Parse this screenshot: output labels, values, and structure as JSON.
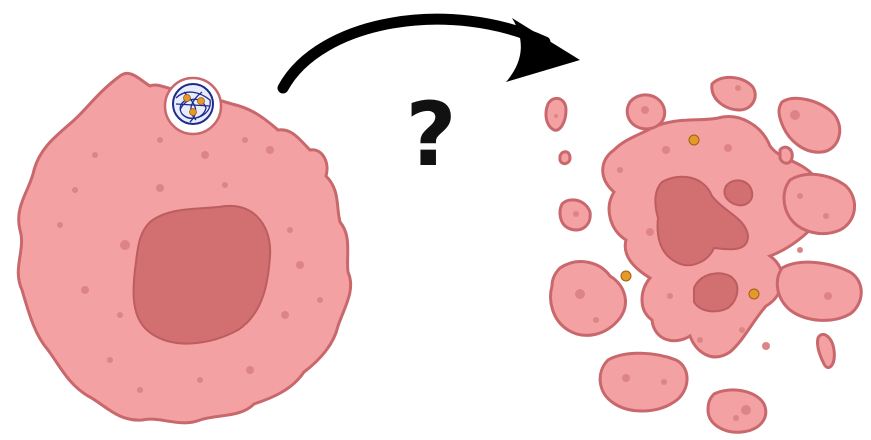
{
  "question_mark": "?",
  "colors": {
    "cytoplasm": "#f4a1a3",
    "membrane": "#c9686c",
    "nucleus": "#d26f71",
    "granule": "#dd8486",
    "parasite_particle": "#e39a2a",
    "vacuole_membrane": "#1f2a8a",
    "arrow": "#000000"
  },
  "icons": [
    "intact-host-cell",
    "parasitophorous-vacuole",
    "curved-arrow-icon",
    "fragmented-host-cell"
  ]
}
